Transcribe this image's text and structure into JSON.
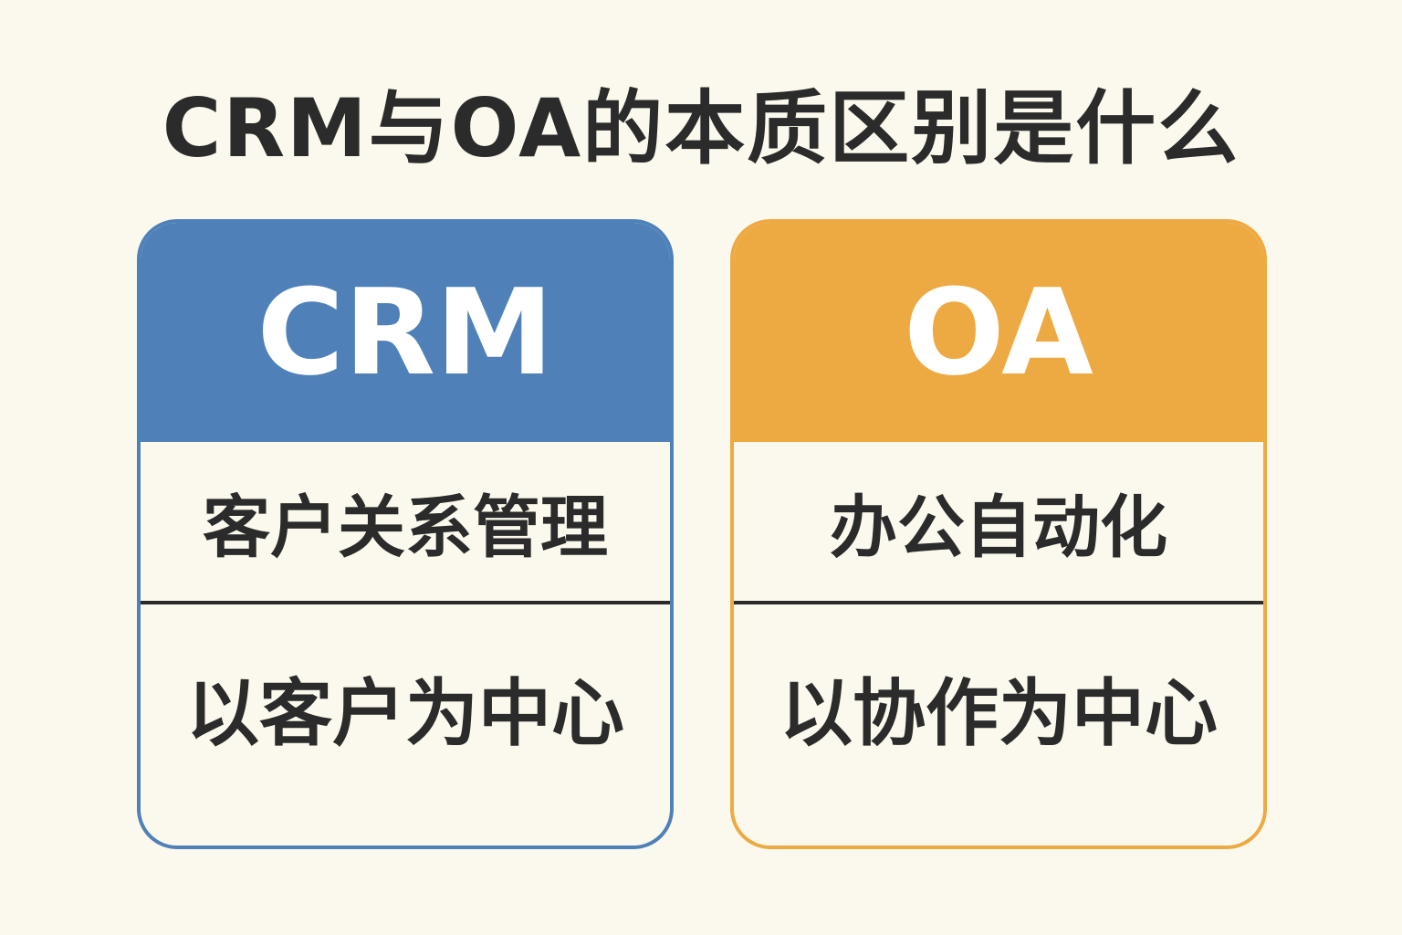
{
  "title": "CRM与OA的本质区别是什么",
  "cards": [
    {
      "name": "CRM",
      "full": "客户关系管理",
      "focus": "以客户为中心",
      "color": "#4f81b8"
    },
    {
      "name": "OA",
      "full": "办公自动化",
      "focus": "以协作为中心",
      "color": "#eeaa42"
    }
  ]
}
